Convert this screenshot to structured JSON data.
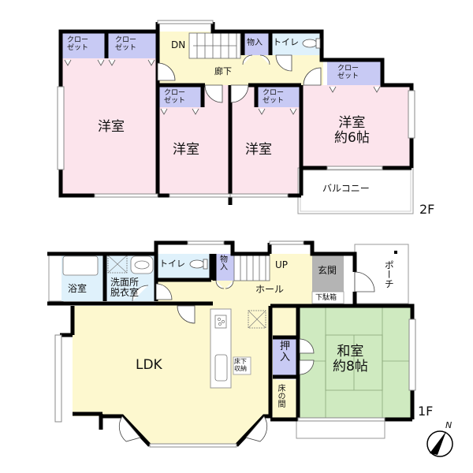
{
  "floor2": {
    "label": "2F",
    "rooms": {
      "western_left": "洋室",
      "western_mid1": "洋室",
      "western_mid2": "洋室",
      "western_right": "洋室",
      "western_right_size": "約6帖",
      "corridor": "廊下",
      "stairs": "DN",
      "storage": "物入",
      "toilet": "トイレ",
      "balcony": "バルコニー",
      "closet_1a": "クロー",
      "closet_1b": "ゼット",
      "closet_2a": "クロー",
      "closet_2b": "ゼット",
      "closet_3a": "クロー",
      "closet_3b": "ゼット",
      "closet_4a": "クロー",
      "closet_4b": "ゼット",
      "closet_5a": "クロー",
      "closet_5b": "ゼット"
    }
  },
  "floor1": {
    "label": "1F",
    "rooms": {
      "ldk": "LDK",
      "bath": "浴室",
      "washroom_a": "洗面所",
      "washroom_b": "脱衣室",
      "toilet": "トイレ",
      "storage_a": "物",
      "storage_b": "入",
      "stairs": "UP",
      "hall": "ホール",
      "entrance": "玄関",
      "shoe_box": "下駄箱",
      "porch": "ポーチ",
      "oshiire_a": "押",
      "oshiire_b": "入",
      "tokonoma": "床の間",
      "japanese": "和室",
      "japanese_size": "約8帖",
      "underfloor_a": "床下",
      "underfloor_b": "収納"
    }
  },
  "compass": {
    "north_label": "N"
  },
  "colors": {
    "western_room": "#fce4ec",
    "closet": "#c8caf4",
    "corridor": "#fdf8cf",
    "wet_area": "#dff1fb",
    "japanese_room": "#cfeac0",
    "entrance": "#b4b4b4",
    "wall": "#000000"
  }
}
